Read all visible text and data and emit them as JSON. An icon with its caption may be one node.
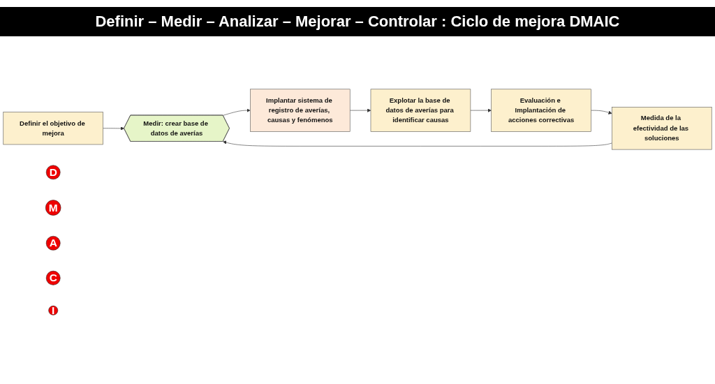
{
  "diagram": {
    "title": "Definir – Medir – Analizar – Mejorar – Controlar : Ciclo de mejora DMAIC",
    "nodes": [
      {
        "text": [
          "Definir el objetivo de mejora"
        ]
      },
      {
        "text": [
          "D"
        ]
      },
      {
        "text": [
          "Medir: crear base de datos de averías"
        ]
      },
      {
        "text": [
          "M"
        ]
      },
      {
        "text": [
          "Implantar sistema de registro de averías, causas y fenómenos"
        ]
      },
      {
        "text": [
          "A"
        ]
      },
      {
        "text": [
          "Explotar la base de datos de averías para identificar causas"
        ]
      },
      {
        "text": [
          "C"
        ]
      },
      {
        "text": [
          "Medida de la efectividad de las soluciones"
        ]
      },
      {
        "text": [
          "I"
        ]
      },
      {
        "text": [
          "Evaluación e Implantación de acciones correctivas"
        ]
      }
    ],
    "edges": [
      {
        "from": 0,
        "to": 2,
        "arrow": "to"
      },
      {
        "from": 2,
        "to": 4,
        "arrow": "to"
      },
      {
        "from": 4,
        "to": 6,
        "arrow": "to"
      },
      {
        "from": 6,
        "to": 10,
        "arrow": "to"
      },
      {
        "from": 10,
        "to": 8,
        "arrow": "to"
      },
      {
        "from": 8,
        "to": 2,
        "arrow": "to"
      }
    ]
  }
}
